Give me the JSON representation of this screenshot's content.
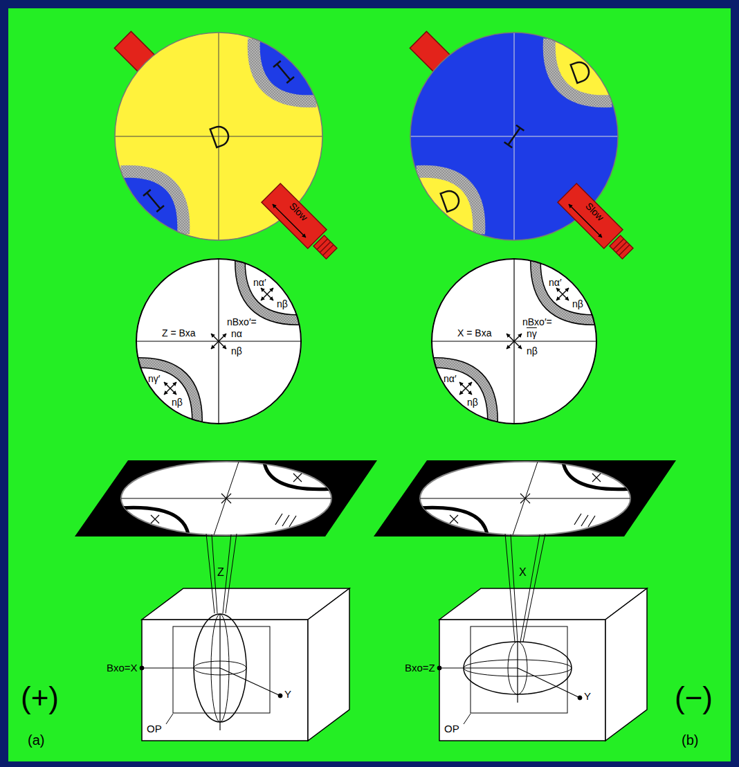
{
  "diagram": {
    "nodes": [
      {
        "text": [
          "Slow"
        ]
      },
      {
        "text": [
          "Slow"
        ]
      },
      {
        "text": [
          "Z = Bxa",
          "nBxo′=",
          "nα",
          "nβ",
          "nα′",
          "nβ",
          "nγ′",
          "nβ"
        ]
      },
      {
        "text": [
          "X = Bxa",
          "nBxo′=",
          "nγ",
          "nβ",
          "nα′",
          "nβ",
          "nα′",
          "nβ"
        ]
      }
    ],
    "labels": [
      "Z",
      "Bxo=X",
      "Y",
      "OP",
      "(+)",
      "(a)",
      "X",
      "Bxo=Z",
      "Y",
      "OP",
      "(−)",
      "(b)"
    ]
  }
}
